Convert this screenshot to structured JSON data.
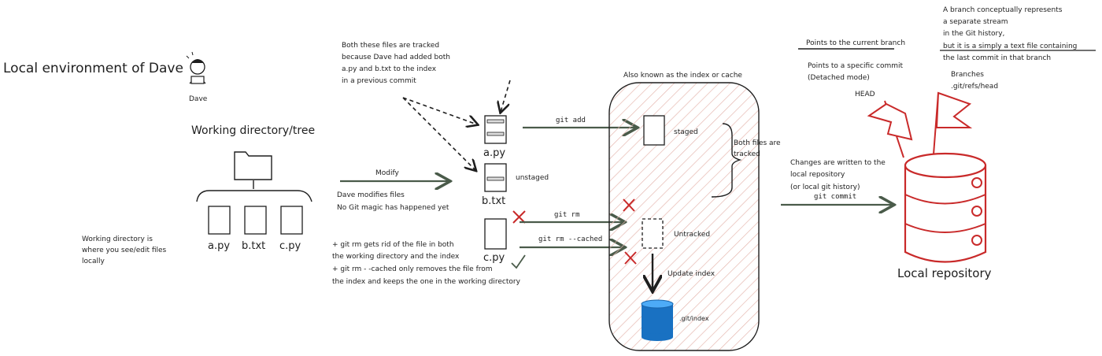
{
  "title": "Local environment of Dave",
  "avatar": {
    "name": "Dave"
  },
  "working_directory": {
    "title": "Working directory/tree",
    "files": [
      "a.py",
      "b.txt",
      "c.py"
    ],
    "note": [
      "Working directory is",
      "where you see/edit files",
      "locally"
    ]
  },
  "tracked_note": [
    "Both these files are tracked",
    "because Dave had added both",
    "a.py and b.txt to the index",
    "in a previous commit"
  ],
  "modify": {
    "label": "Modify",
    "note": [
      "Dave modifies files",
      "No Git magic has happened yet"
    ]
  },
  "files_middle": {
    "a": "a.py",
    "b": "b.txt",
    "b_state": "unstaged",
    "c": "c.py"
  },
  "rm_note": [
    "+ git rm gets rid of the file in both",
    "the working directory and the index",
    "+ git rm - -cached only removes the file from",
    "the index and keeps the one in the working directory"
  ],
  "commands": {
    "add": "git add",
    "rm": "git rm",
    "rm_cached": "git rm --cached",
    "commit": "git commit"
  },
  "index": {
    "caption": "Also known as the index or cache",
    "staged": "staged",
    "untracked": "Untracked",
    "update": "Update index",
    "file": ".git/index",
    "both_tracked": [
      "Both files are",
      "tracked"
    ]
  },
  "commit_note": [
    "Changes are written to the",
    "local repository",
    "(or local git history)"
  ],
  "repo": {
    "label": "Local repository",
    "head_label": "HEAD",
    "legend_current": "Points to the current branch",
    "legend_detached": [
      "Points to a specific commit",
      "(Detached mode)"
    ],
    "branch_note": [
      "A branch conceptually represents",
      "a separate stream",
      "in the Git history,",
      "but it is a simply a text file containing",
      "the last commit in that branch"
    ],
    "branches_label": [
      "Branches",
      ".git/refs/head"
    ]
  },
  "colors": {
    "ink": "#1e1e1e",
    "arrow": "#4a5b4a",
    "red": "#c92a2a",
    "green": "#2f9e44",
    "blue": "#1971c2"
  }
}
